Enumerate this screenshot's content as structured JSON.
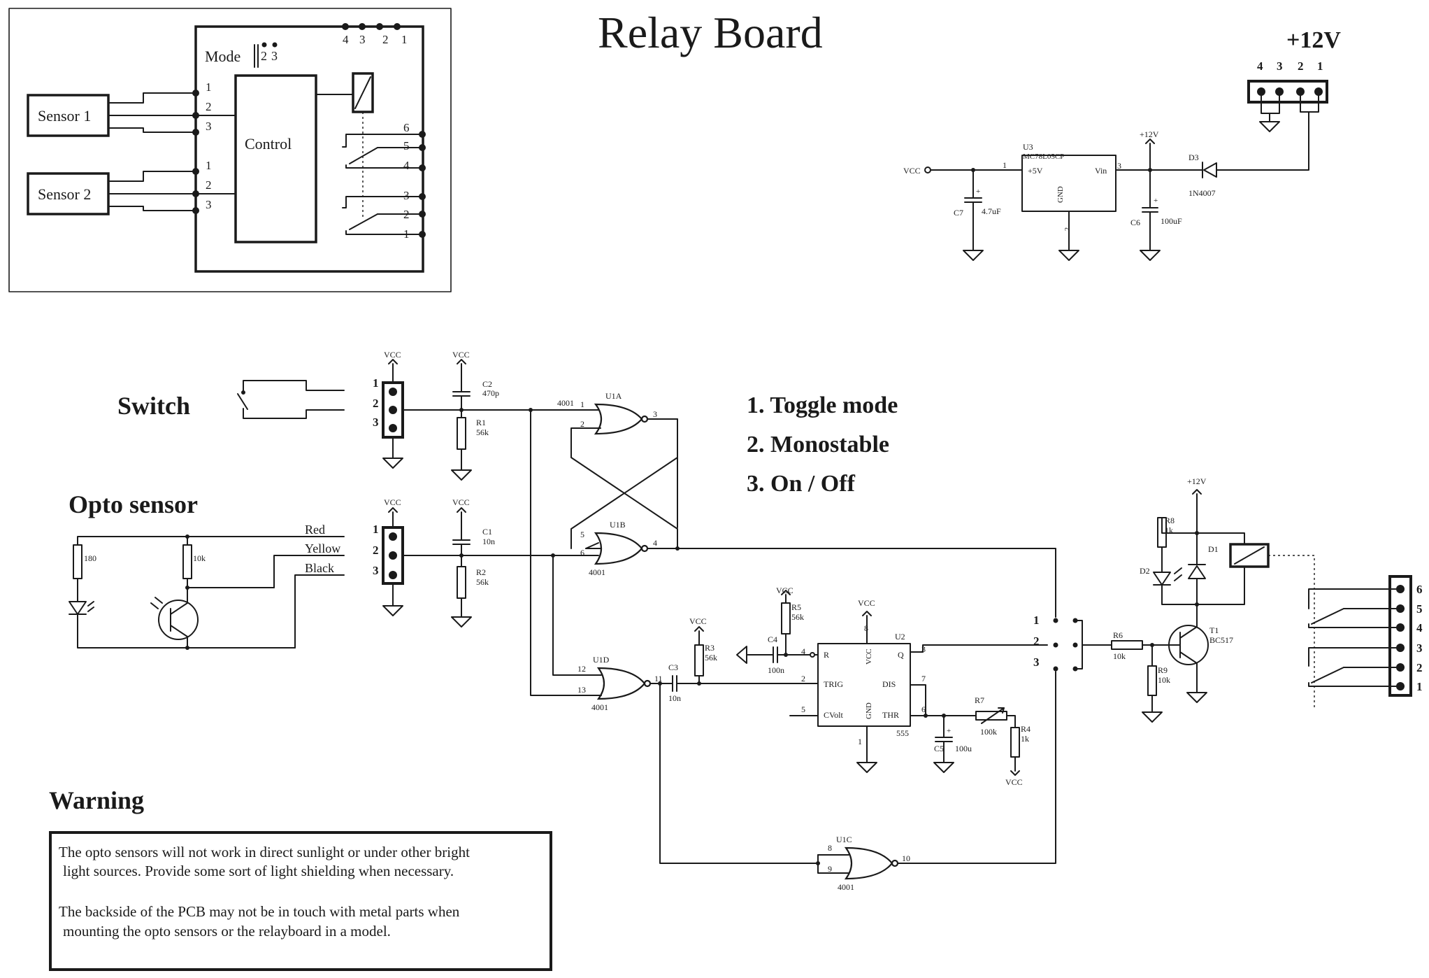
{
  "title": "Relay Board",
  "block": {
    "sensor1": "Sensor 1",
    "sensor2": "Sensor 2",
    "control": "Control",
    "mode": "Mode",
    "mode_pins": [
      "2",
      "3"
    ],
    "top_pins": [
      "4",
      "3",
      "2",
      "1"
    ],
    "sensor_pins": [
      "1",
      "2",
      "3"
    ],
    "relay_pins": [
      "6",
      "5",
      "4",
      "3",
      "2",
      "1"
    ]
  },
  "power": {
    "label": "+12V",
    "pins": [
      "4",
      "3",
      "2",
      "1"
    ],
    "vcc": "VCC",
    "u3_ref": "U3",
    "u3_part": "MC78L05CP",
    "u3_out": "+5V",
    "u3_in": "Vin",
    "u3_gnd": "GND",
    "u3_pin1": "1",
    "u3_pin2": "2",
    "u3_pin3": "3",
    "plus12": "+12V",
    "d3_ref": "D3",
    "d3_part": "1N4007",
    "c7_ref": "C7",
    "c7_val": "4.7uF",
    "c6_ref": "C6",
    "c6_val": "100uF"
  },
  "modes": [
    "1. Toggle mode",
    "2. Monostable",
    "3. On / Off"
  ],
  "switch": {
    "label": "Switch",
    "vcc1": "VCC",
    "vcc2": "VCC",
    "pins": [
      "1",
      "2",
      "3"
    ],
    "c2_ref": "C2",
    "c2_val": "470p",
    "r1_ref": "R1",
    "r1_val": "56k"
  },
  "opto": {
    "label": "Opto sensor",
    "wires": [
      "Red",
      "Yellow",
      "Black"
    ],
    "r180": "180",
    "r10k": "10k",
    "vcc1": "VCC",
    "vcc2": "VCC",
    "pins": [
      "1",
      "2",
      "3"
    ],
    "c1_ref": "C1",
    "c1_val": "10n",
    "r2_ref": "R2",
    "r2_val": "56k"
  },
  "logic": {
    "u1a_ref": "U1A",
    "u1a_pins": [
      "1",
      "2",
      "3"
    ],
    "u1a_part": "4001",
    "u1b_ref": "U1B",
    "u1b_pins": [
      "5",
      "6",
      "4"
    ],
    "u1b_part": "4001",
    "u1d_ref": "U1D",
    "u1d_pins": [
      "12",
      "13",
      "11"
    ],
    "u1d_part": "4001",
    "u1c_ref": "U1C",
    "u1c_pins": [
      "8",
      "9",
      "10"
    ],
    "u1c_part": "4001"
  },
  "timer": {
    "vcc_r5": "VCC",
    "vcc_r3": "VCC",
    "vcc_u2": "VCC",
    "r5_ref": "R5",
    "r5_val": "56k",
    "r3_ref": "R3",
    "r3_val": "56k",
    "c4_ref": "C4",
    "c4_val": "100n",
    "c3_ref": "C3",
    "c3_val": "10n",
    "u2_ref": "U2",
    "u2_part": "555",
    "pin_r": "R",
    "pin_trig": "TRIG",
    "pin_cvolt": "CVolt",
    "pin_vcc": "VCC",
    "pin_gnd": "GND",
    "pin_q": "Q",
    "pin_dis": "DIS",
    "pin_thr": "THR",
    "pins": [
      "4",
      "2",
      "5",
      "8",
      "1",
      "3",
      "7",
      "6"
    ],
    "c5_ref": "C5",
    "c5_val": "100u",
    "r7_ref": "R7",
    "r7_val": "100k",
    "r4_ref": "R4",
    "r4_val": "1k",
    "vcc_r4": "VCC"
  },
  "output": {
    "sel_pins": [
      "1",
      "2",
      "3"
    ],
    "r6_ref": "R6",
    "r6_val": "10k",
    "r9_ref": "R9",
    "r9_val": "10k",
    "t1_ref": "T1",
    "t1_part": "BC517",
    "plus12": "+12V",
    "r8_ref": "R8",
    "r8_val": "1k",
    "d1_ref": "D1",
    "d2_ref": "D2",
    "relay_pins": [
      "6",
      "5",
      "4",
      "3",
      "2",
      "1"
    ]
  },
  "warning": {
    "title": "Warning",
    "lines": [
      "The opto sensors will not work in direct sunlight or under other bright",
      "light sources. Provide some sort of light shielding when necessary.",
      "The backside of the PCB may not be in touch with metal parts when",
      "mounting the opto sensors or the relayboard in a model."
    ]
  }
}
